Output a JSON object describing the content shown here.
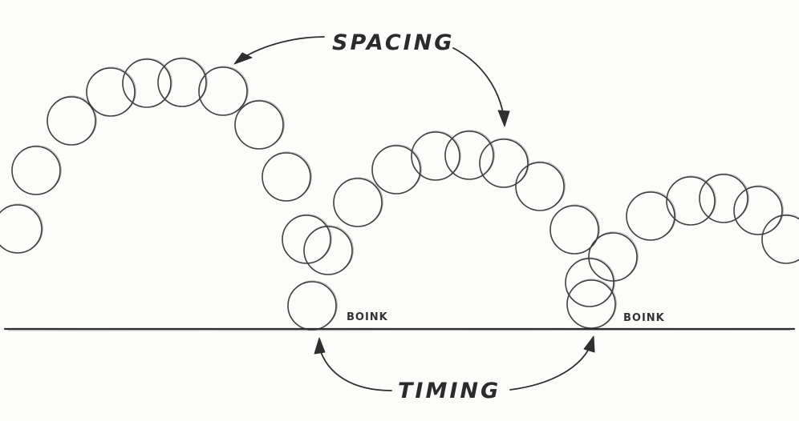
{
  "labels": {
    "spacing": "SPACING",
    "timing": "TIMING",
    "boink_left": "BOINK",
    "boink_right": "BOINK"
  },
  "colors": {
    "paper": "#fcfcfb",
    "pencil": "#3a3a3a"
  }
}
